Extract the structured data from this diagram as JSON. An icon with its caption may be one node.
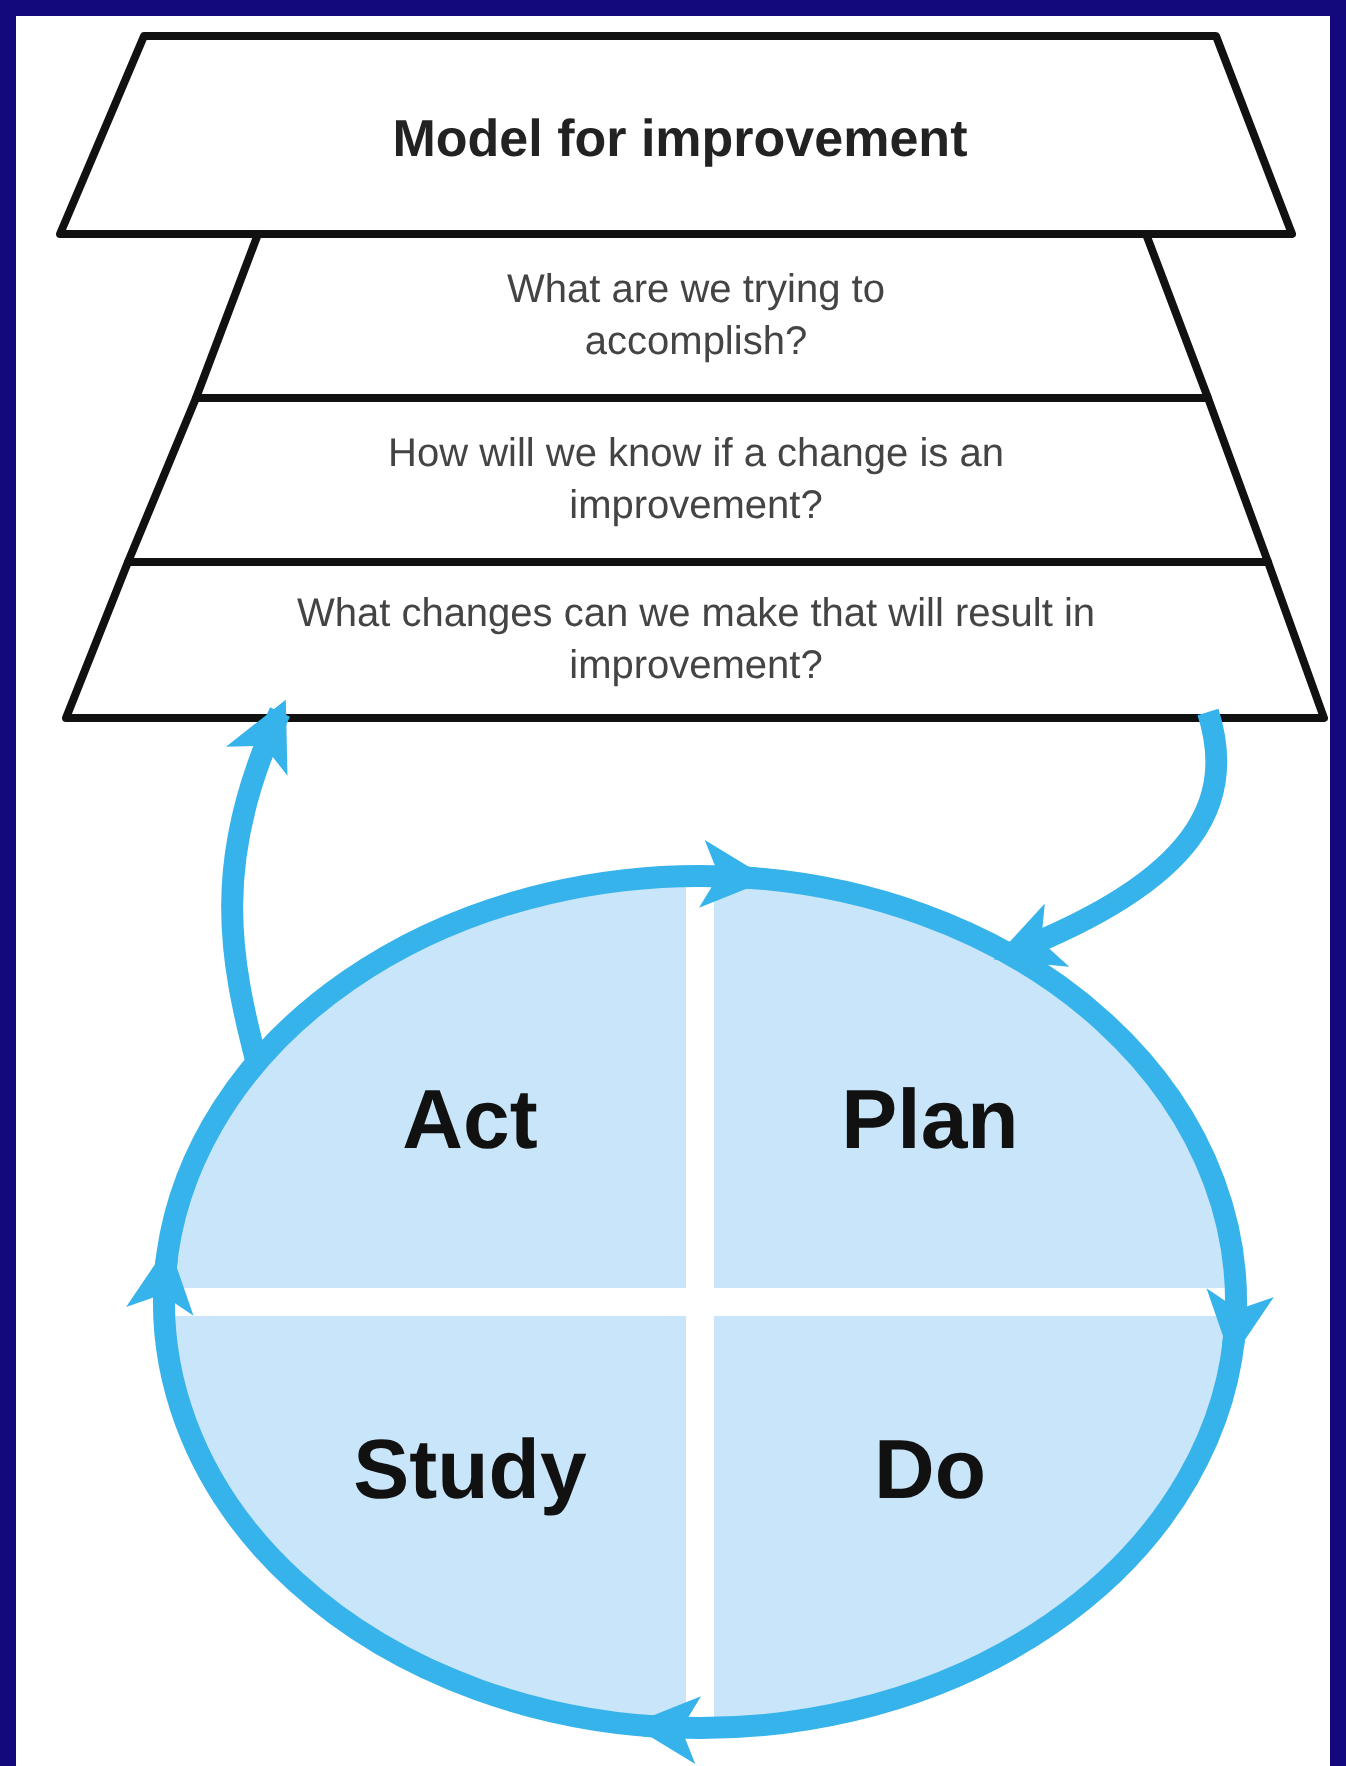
{
  "diagram": {
    "nodes": [
      {
        "text": [
          "Model for improvement"
        ]
      },
      {
        "text": [
          "What are we trying to accomplish?"
        ]
      },
      {
        "text": [
          "How will we know if a change is an improvement?"
        ]
      },
      {
        "text": [
          "What changes can we make that will result in improvement?"
        ]
      },
      {
        "text": [
          "Plan"
        ]
      },
      {
        "text": [
          "Do"
        ]
      },
      {
        "text": [
          "Study"
        ]
      },
      {
        "text": [
          "Act"
        ]
      }
    ],
    "edges": [
      {
        "from": 3,
        "to": 4,
        "arrow": "to"
      },
      {
        "from": 7,
        "to": 3,
        "arrow": "to"
      },
      {
        "from": 4,
        "to": 5,
        "arrow": "to"
      },
      {
        "from": 5,
        "to": 6,
        "arrow": "to"
      },
      {
        "from": 6,
        "to": 7,
        "arrow": "to"
      },
      {
        "from": 7,
        "to": 4,
        "arrow": "to"
      }
    ]
  }
}
